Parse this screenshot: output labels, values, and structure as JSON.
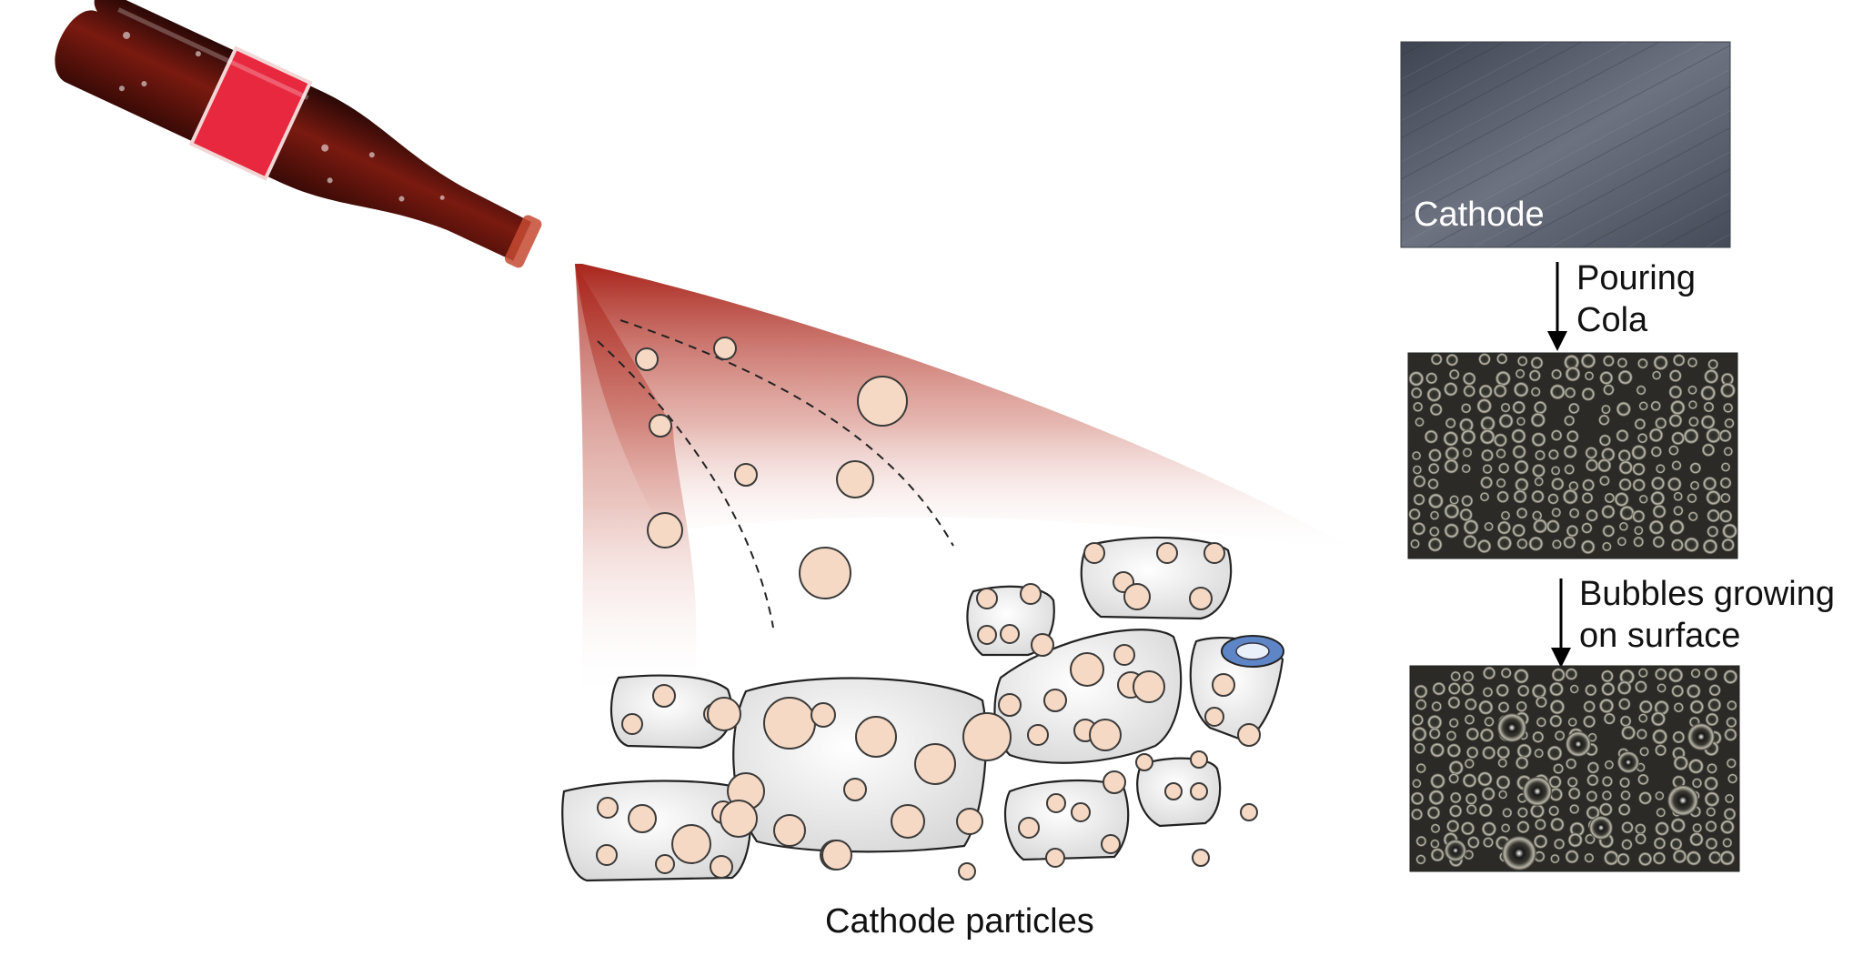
{
  "labels": {
    "photo_cathode": "Cathode",
    "step1_line1": "Pouring",
    "step1_line2": "Cola",
    "step2_line1": "Bubbles growing",
    "step2_line2": "on surface",
    "particles": "Cathode particles"
  },
  "colors": {
    "cola": "#9a1e16",
    "label_red": "#e8283e",
    "bubble_fill": "#f6d9c4",
    "particle_fill": "#ececec",
    "ring_blue": "#5e86c6"
  }
}
